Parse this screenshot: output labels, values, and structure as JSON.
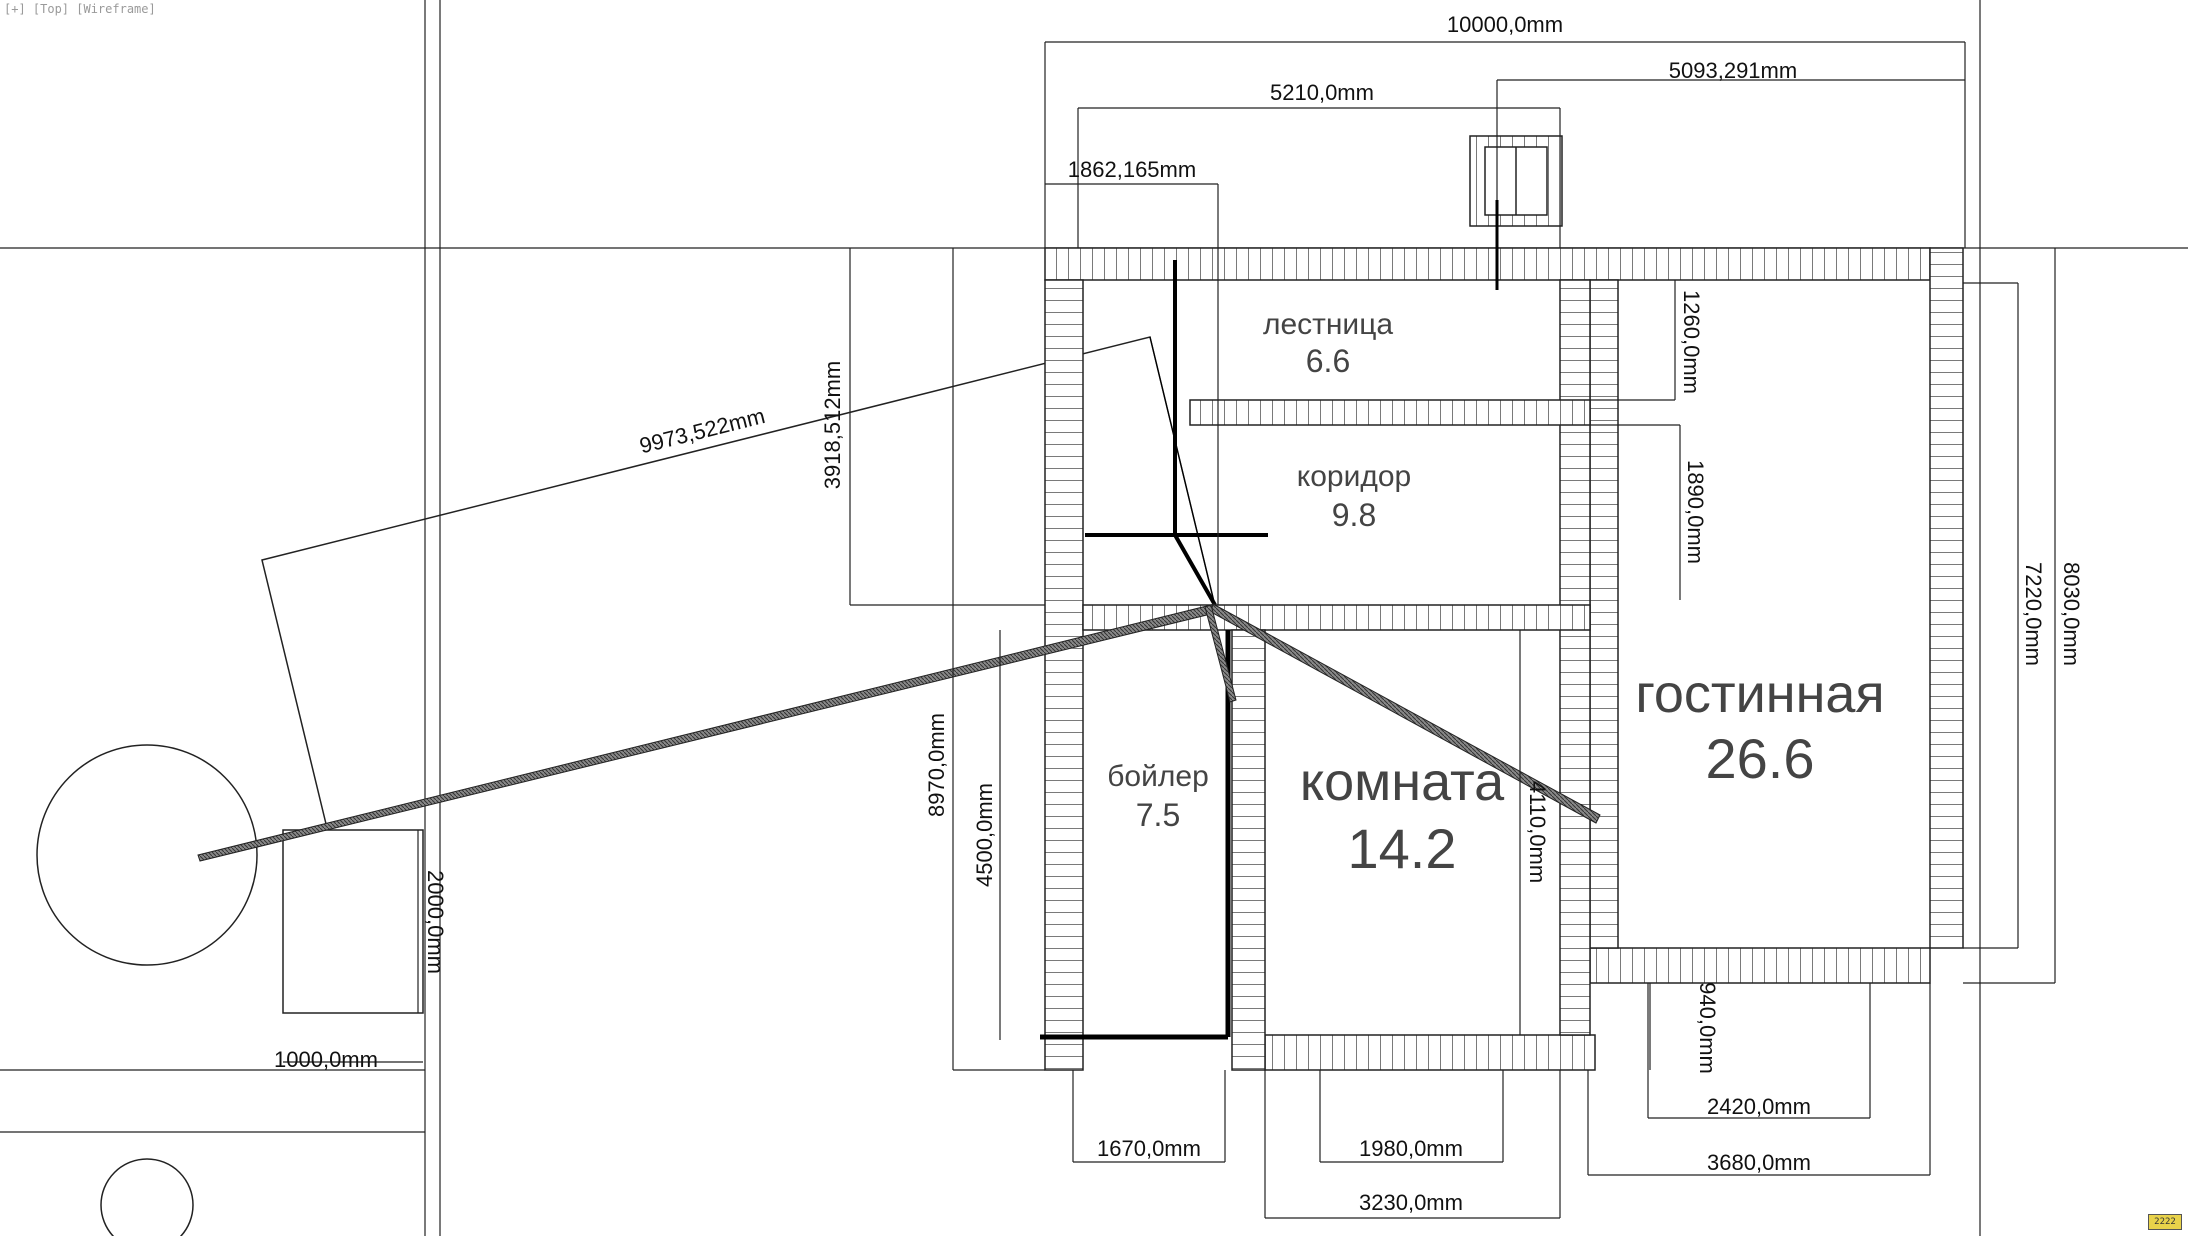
{
  "viewport": {
    "label": "[+] [Top] [Wireframe]",
    "badge": "2222"
  },
  "rooms": [
    {
      "id": "stair",
      "name": "лестница",
      "area": "6.6"
    },
    {
      "id": "corridor",
      "name": "коридор",
      "area": "9.8"
    },
    {
      "id": "boiler",
      "name": "бойлер",
      "area": "7.5"
    },
    {
      "id": "room",
      "name": "комната",
      "area": "14.2"
    },
    {
      "id": "living",
      "name": "гостинная",
      "area": "26.6"
    }
  ],
  "dims": {
    "d10000": "10000,0mm",
    "d5210": "5210,0mm",
    "d5093": "5093,291mm",
    "d1862": "1862,165mm",
    "d9973": "9973,522mm",
    "d3918": "3918,512mm",
    "d8970": "8970,0mm",
    "d4500": "4500,0mm",
    "d2000": "2000,0mm",
    "d1000": "1000,0mm",
    "d1260": "1260,0mm",
    "d1890": "1890,0mm",
    "d7220": "7220,0mm",
    "d8030": "8030,0mm",
    "d4110": "4110,0mm",
    "d940": "940,0mm",
    "d2420": "2420,0mm",
    "d3680": "3680,0mm",
    "d1670": "1670,0mm",
    "d1980": "1980,0mm",
    "d3230": "3230,0mm"
  }
}
